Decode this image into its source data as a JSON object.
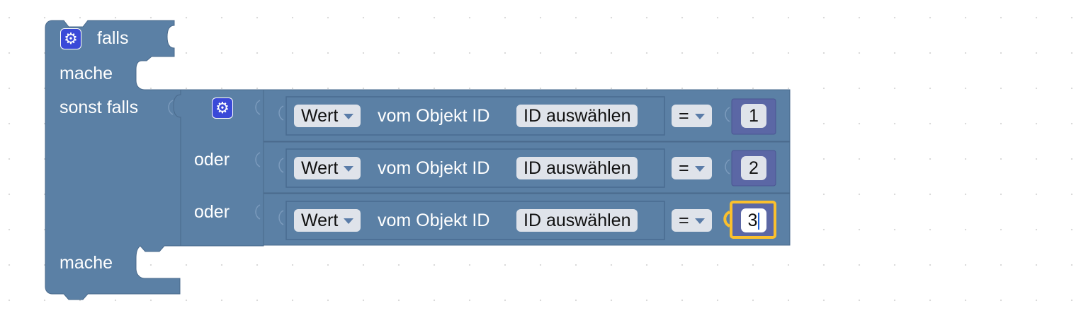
{
  "controls_if": {
    "if_label": "falls",
    "do_label": "mache",
    "elseif_label": "sonst falls",
    "do2_label": "mache",
    "mutator_icon": "gear-icon"
  },
  "logic_or": {
    "mutator_icon": "gear-icon",
    "or_label_1": "oder",
    "or_label_2": "oder"
  },
  "compare_rows": [
    {
      "value_field": "Wert",
      "mid_text": "vom Objekt ID",
      "id_field": "ID auswählen",
      "operator": "=",
      "number": "1"
    },
    {
      "value_field": "Wert",
      "mid_text": "vom Objekt ID",
      "id_field": "ID auswählen",
      "operator": "=",
      "number": "2"
    },
    {
      "value_field": "Wert",
      "mid_text": "vom Objekt ID",
      "id_field": "ID auswählen",
      "operator": "=",
      "number": "3"
    }
  ],
  "colors": {
    "block_blue": "#5b80a5",
    "block_blue_dark": "#4a6a8c",
    "number_block": "#5b67a5",
    "selection_yellow": "#fbc02d",
    "gear_blue": "#3a49d8",
    "field_bg": "#dfe3ea"
  }
}
